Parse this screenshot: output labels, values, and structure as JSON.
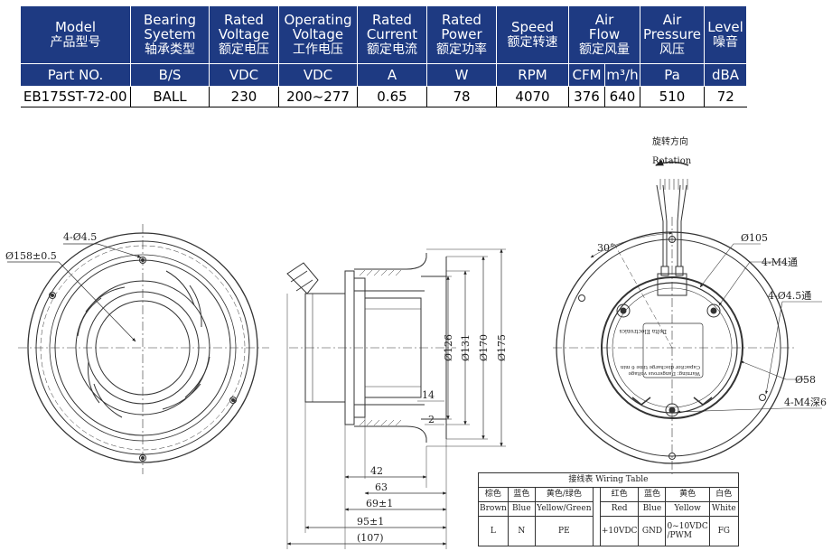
{
  "spec_table": {
    "headers": [
      {
        "en": "Model",
        "cn": "产品型号"
      },
      {
        "en": "Bearing\nSyetem",
        "cn": "轴承类型"
      },
      {
        "en": "Rated\nVoltage",
        "cn": "额定电压"
      },
      {
        "en": "Operating\nVoltage",
        "cn": "工作电压"
      },
      {
        "en": "Rated\nCurrent",
        "cn": "额定电流"
      },
      {
        "en": "Rated\nPower",
        "cn": "额定功率"
      },
      {
        "en": "Speed",
        "cn": "额定转速"
      },
      {
        "en": "Air\nFlow",
        "cn": "额定风量"
      },
      {
        "en": "Air\nPressure",
        "cn": "风压"
      },
      {
        "en": "Level",
        "cn": "噪音"
      }
    ],
    "units": [
      "Part NO.",
      "B/S",
      "VDC",
      "VDC",
      "A",
      "W",
      "RPM",
      "CFM",
      "m³/h",
      "Pa",
      "dBA"
    ],
    "values": [
      "EB175ST-72-00",
      "BALL",
      "230",
      "200~277",
      "0.65",
      "78",
      "4070",
      "376",
      "640",
      "510",
      "72"
    ]
  },
  "drawing": {
    "front": {
      "hole_label": "4-Ø4.5",
      "dia_label": "Ø158±0.5"
    },
    "side": {
      "vertical_dims": [
        "Ø126",
        "Ø131",
        "Ø170",
        "Ø175"
      ],
      "small_dims": [
        "14",
        "2"
      ],
      "horizontal_dims": [
        "42",
        "63",
        "69±1",
        "95±1",
        "(107)"
      ]
    },
    "back": {
      "rotation_cn": "旋转方向",
      "rotation_en": "Rotation",
      "angle": "30°",
      "labels": [
        "Ø105",
        "4-M4通",
        "4-Ø4.5通",
        "Ø58",
        "4-M4深6"
      ],
      "plate_text": [
        "Delta Electronics",
        "Capacitor discharge time 6 min",
        "Warning: Dangerous voltage"
      ]
    }
  },
  "wiring_table": {
    "title": "接线表 Wiring Table",
    "columns": [
      {
        "cn": "棕色",
        "en": "Brown",
        "value": "L"
      },
      {
        "cn": "蓝色",
        "en": "Blue",
        "value": "N"
      },
      {
        "cn": "黄色/绿色",
        "en": "Yellow/Green",
        "value": "PE"
      },
      {
        "cn": "红色",
        "en": "Red",
        "value": "+10VDC"
      },
      {
        "cn": "蓝色",
        "en": "Blue",
        "value": "GND"
      },
      {
        "cn": "黄色",
        "en": "Yellow",
        "value": "0~10VDC\n/PWM"
      },
      {
        "cn": "白色",
        "en": "White",
        "value": "FG"
      }
    ]
  },
  "colors": {
    "header_bg": "#1e3a82",
    "header_text": "#ffffff",
    "line": "#333333"
  }
}
